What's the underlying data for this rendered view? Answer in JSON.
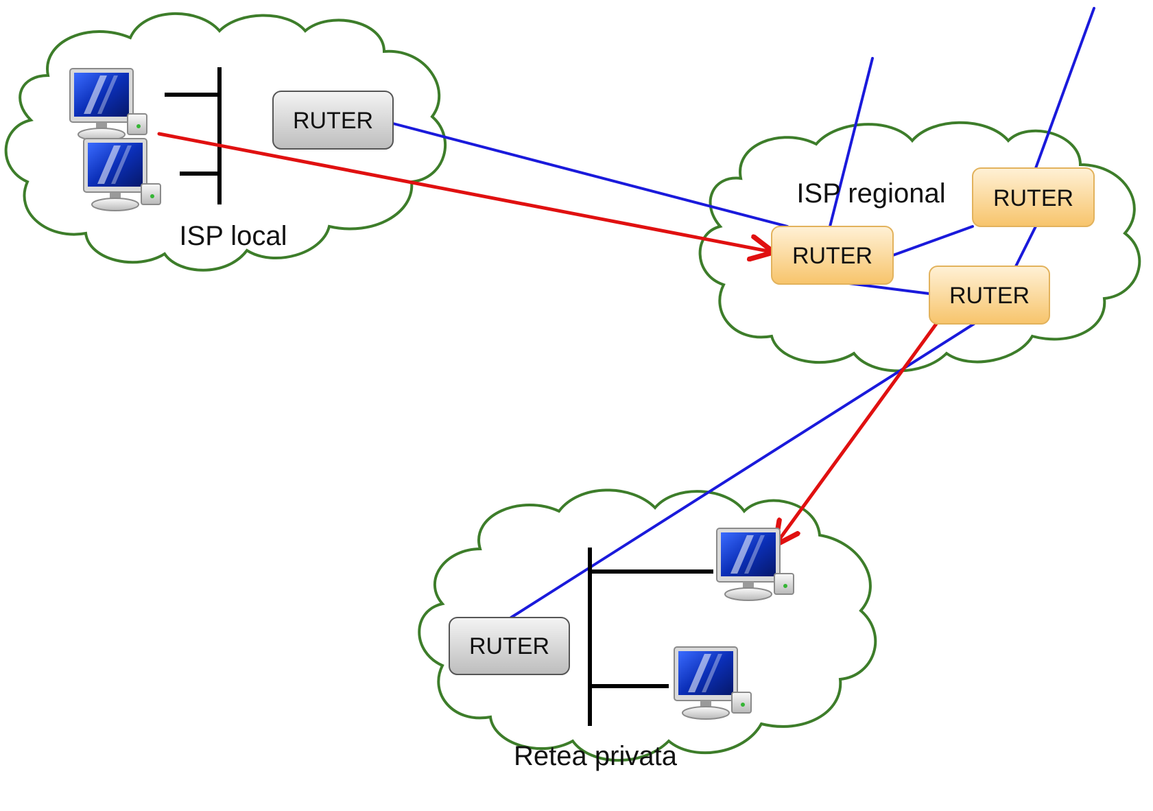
{
  "labels": {
    "isp_local": "ISP local",
    "isp_regional": "ISP regional",
    "private_network": "Retea privata"
  },
  "routers": {
    "local": "RUTER",
    "regional_entry": "RUTER",
    "regional_top": "RUTER",
    "regional_exit": "RUTER",
    "private": "RUTER"
  },
  "colors": {
    "cloud_outline": "#3d7d2a",
    "link": "#1a1adb",
    "path_arrow": "#e01010",
    "router_grey": "#d6d6d6",
    "router_orange": "#fbd79a",
    "bus": "#000000"
  },
  "icons": [
    "computer-icon"
  ]
}
